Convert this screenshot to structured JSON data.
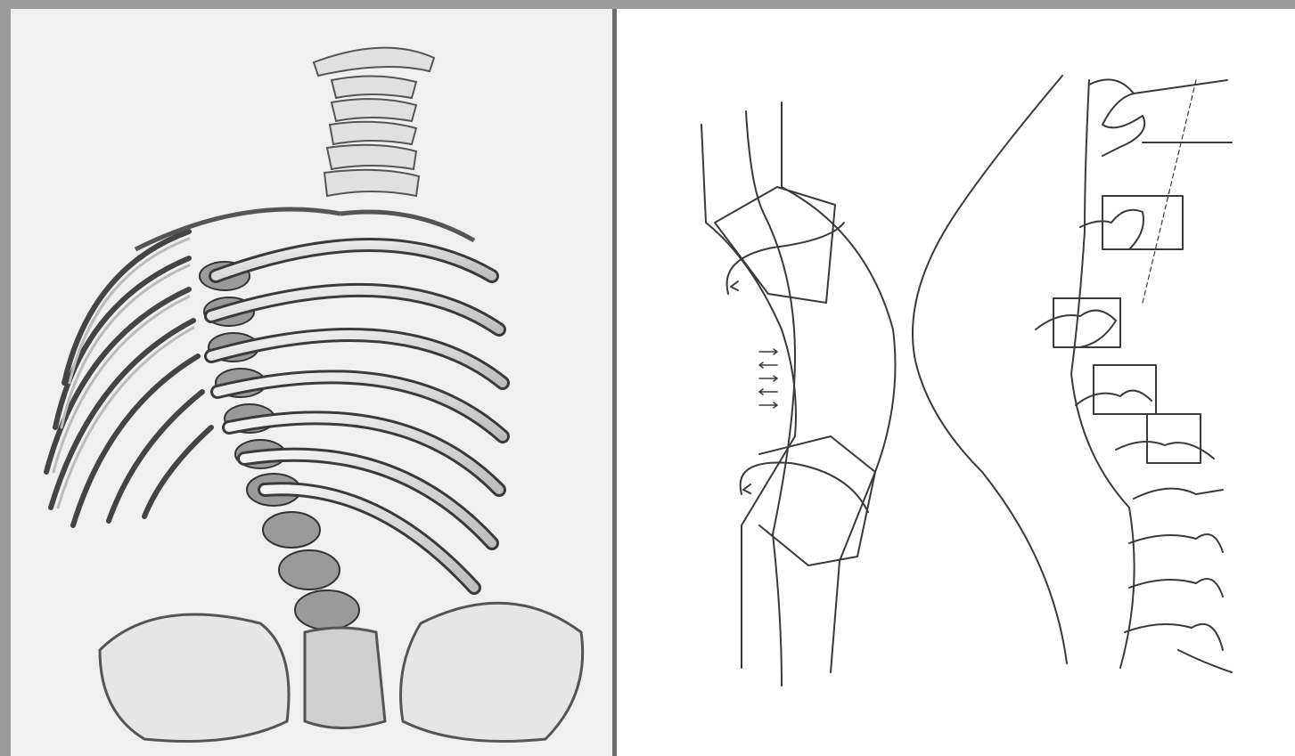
{
  "figure": {
    "panels": [
      {
        "id": "left",
        "subject": "skeleton-illustration",
        "background": "#f0f0f0"
      },
      {
        "id": "right",
        "subject": "spine-curvature-sketch",
        "background": "#ffffff"
      }
    ],
    "colors": {
      "frame": "#9a9a9a",
      "divider": "#6e6e6e",
      "ink": "#3a3a3a",
      "bone": "#d9d9d9"
    }
  }
}
